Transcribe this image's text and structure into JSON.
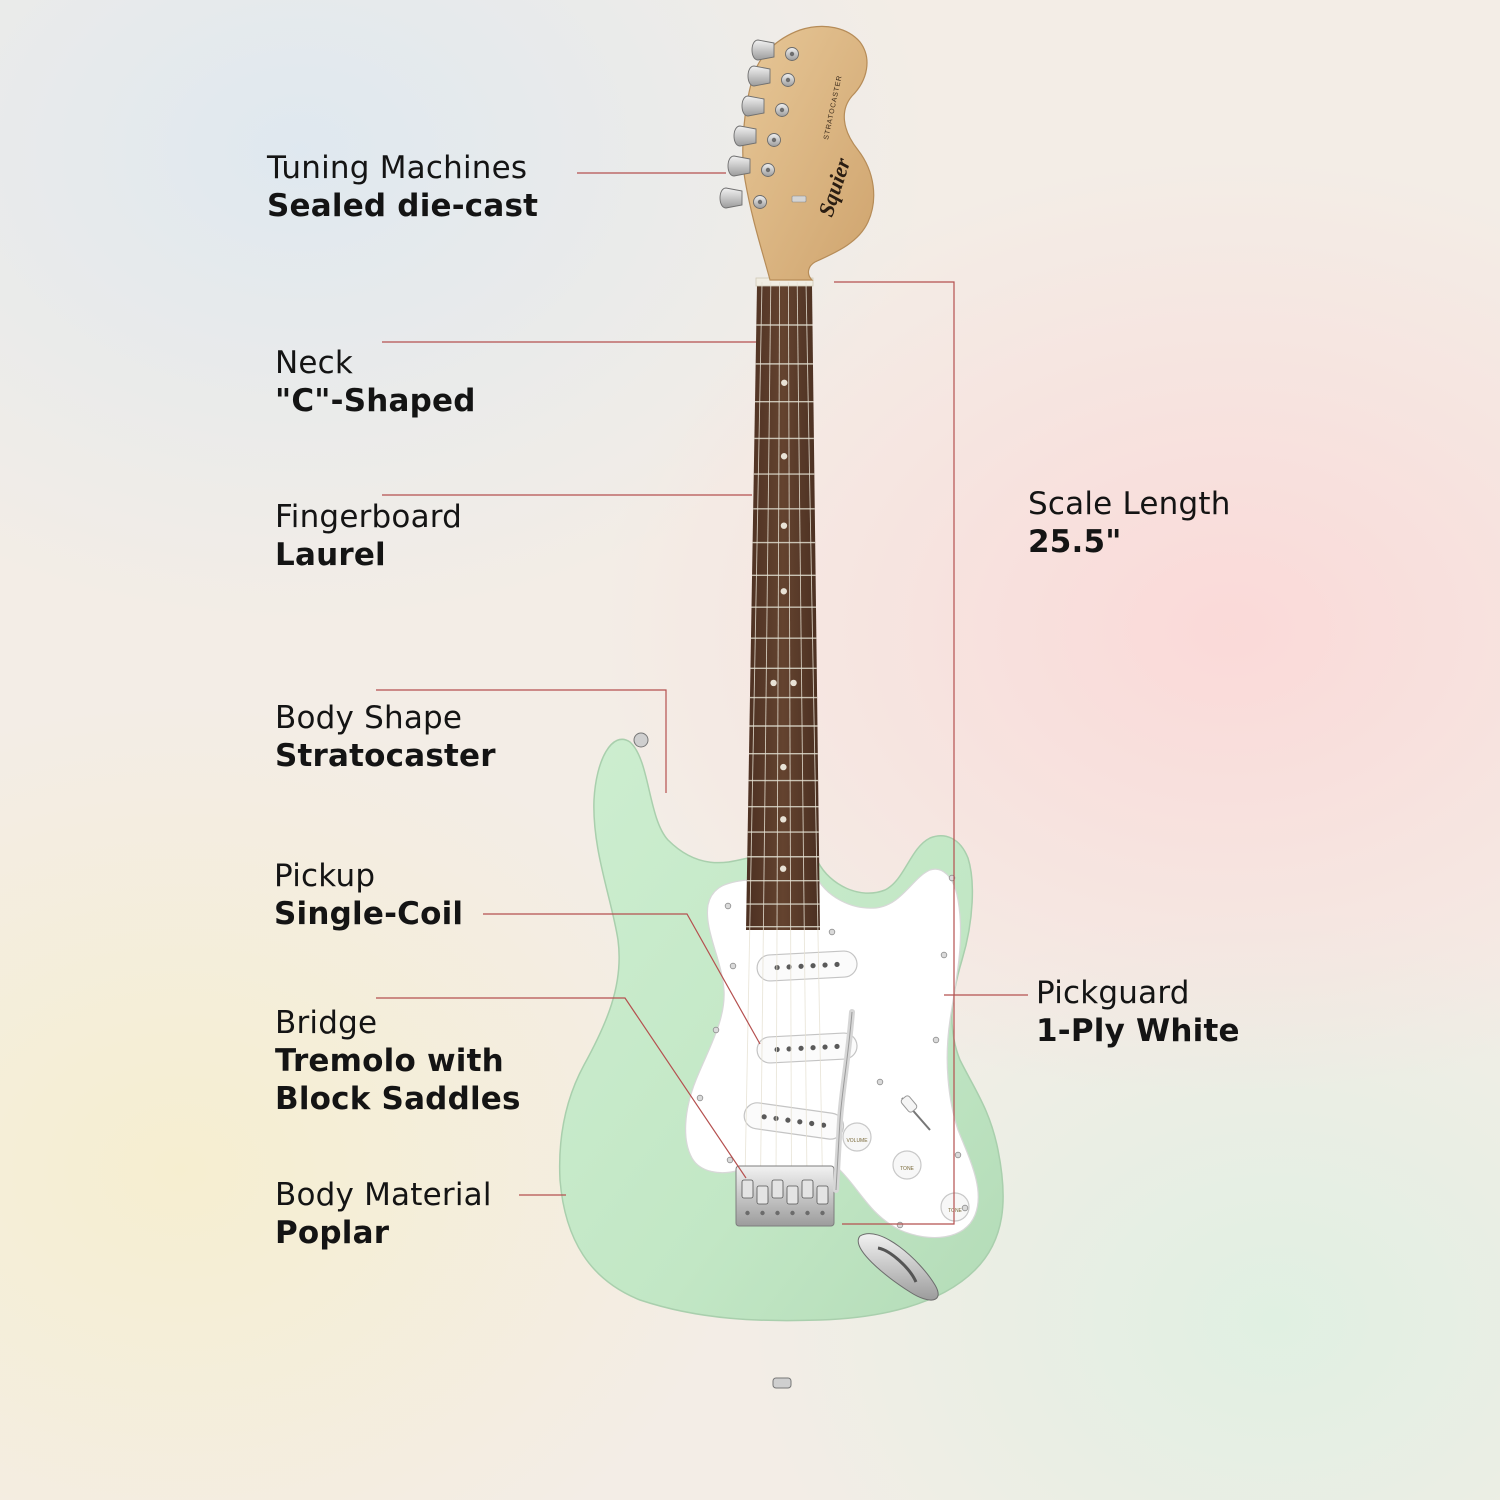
{
  "colors": {
    "leader": "#b5504f",
    "body": "#c2e7c5",
    "pickguard": "#ffffff",
    "fretboard": "#5a3b2a",
    "headstock": "#dcb683",
    "chrome": "#c8c8c8"
  },
  "headstock": {
    "brand": "Squier",
    "model": "STRATOCASTER"
  },
  "controls": {
    "knob1": "VOLUME",
    "knob2": "TONE",
    "knob3": "TONE"
  },
  "callouts": {
    "tuning": {
      "name": "Tuning Machines",
      "value": "Sealed die-cast"
    },
    "neck": {
      "name": "Neck",
      "value": "\"C\"-Shaped"
    },
    "fingerboard": {
      "name": "Fingerboard",
      "value": "Laurel"
    },
    "body_shape": {
      "name": "Body Shape",
      "value": "Stratocaster"
    },
    "pickup": {
      "name": "Pickup",
      "value": "Single-Coil"
    },
    "bridge": {
      "name": "Bridge",
      "value": "Tremolo with\nBlock Saddles"
    },
    "body_material": {
      "name": "Body Material",
      "value": "Poplar"
    },
    "scale": {
      "name": "Scale Length",
      "value": "25.5\""
    },
    "pickguard": {
      "name": "Pickguard",
      "value": "1-Ply White"
    }
  }
}
